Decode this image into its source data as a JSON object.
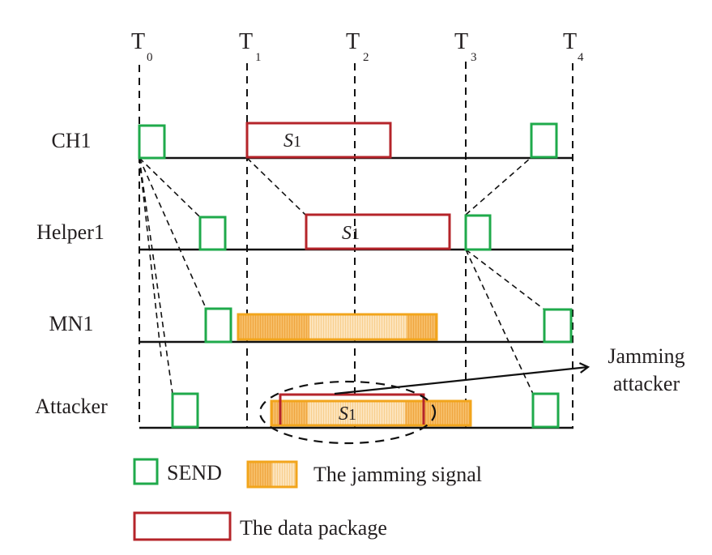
{
  "diagram": {
    "time_markers": [
      {
        "base": "T",
        "sub": "0"
      },
      {
        "base": "T",
        "sub": "1"
      },
      {
        "base": "T",
        "sub": "2"
      },
      {
        "base": "T",
        "sub": "3"
      },
      {
        "base": "T",
        "sub": "4"
      }
    ],
    "rows": [
      {
        "label": "CH1"
      },
      {
        "label": "Helper1"
      },
      {
        "label": "MN1"
      },
      {
        "label": "Attacker"
      }
    ],
    "packets": [
      {
        "row": 0,
        "label_base": "S",
        "label_sub": "1"
      },
      {
        "row": 1,
        "label_base": "S",
        "label_sub": "1"
      },
      {
        "row": 3,
        "label_base": "S",
        "label_sub": "1"
      }
    ],
    "annotation": {
      "line1": "Jamming",
      "line2": "attacker"
    },
    "legend": {
      "send": "SEND",
      "jamming": "The jamming signal",
      "data": "The data package"
    },
    "colors": {
      "send": "#1faa4b",
      "data": "#b5242a",
      "jamming_border": "#f2a51c",
      "jamming_fill_dark": "#f5b450",
      "jamming_fill_light": "#fbdcaa",
      "line": "#111111"
    }
  }
}
